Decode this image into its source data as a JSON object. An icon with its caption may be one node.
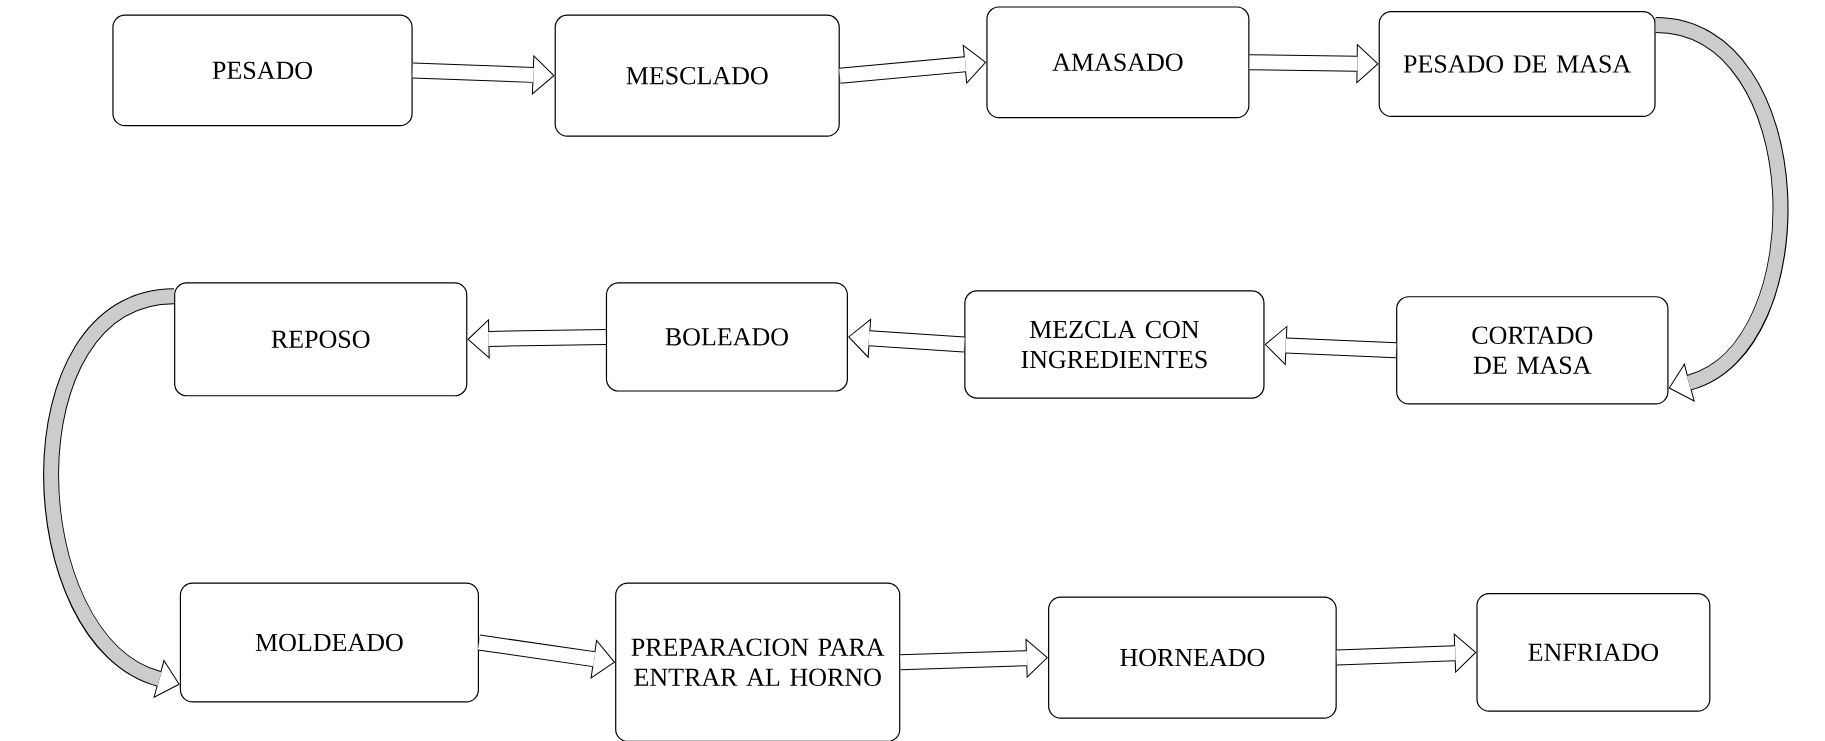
{
  "diagram": {
    "nodes": [
      {
        "text": [
          "PESADO"
        ]
      },
      {
        "text": [
          "MESCLADO"
        ]
      },
      {
        "text": [
          "AMASADO"
        ]
      },
      {
        "text": [
          "PESADO DE MASA"
        ]
      },
      {
        "text": [
          "CORTADO DE MASA"
        ]
      },
      {
        "text": [
          "MEZCLA CON INGREDIENTES"
        ]
      },
      {
        "text": [
          "BOLEADO"
        ]
      },
      {
        "text": [
          "REPOSO"
        ]
      },
      {
        "text": [
          "MOLDEADO"
        ]
      },
      {
        "text": [
          "PREPARACION PARA ENTRAR AL HORNO"
        ]
      },
      {
        "text": [
          "HORNEADO"
        ]
      },
      {
        "text": [
          "ENFRIADO"
        ]
      }
    ],
    "edges": [
      {
        "from": 0,
        "to": 1,
        "arrow": "to"
      },
      {
        "from": 1,
        "to": 2,
        "arrow": "to"
      },
      {
        "from": 2,
        "to": 3,
        "arrow": "to"
      },
      {
        "from": 3,
        "to": 4,
        "arrow": "to"
      },
      {
        "from": 4,
        "to": 5,
        "arrow": "to"
      },
      {
        "from": 5,
        "to": 6,
        "arrow": "to"
      },
      {
        "from": 6,
        "to": 7,
        "arrow": "to"
      },
      {
        "from": 7,
        "to": 8,
        "arrow": "to"
      },
      {
        "from": 8,
        "to": 9,
        "arrow": "to"
      },
      {
        "from": 9,
        "to": 10,
        "arrow": "to"
      },
      {
        "from": 10,
        "to": 11,
        "arrow": "to"
      }
    ]
  }
}
